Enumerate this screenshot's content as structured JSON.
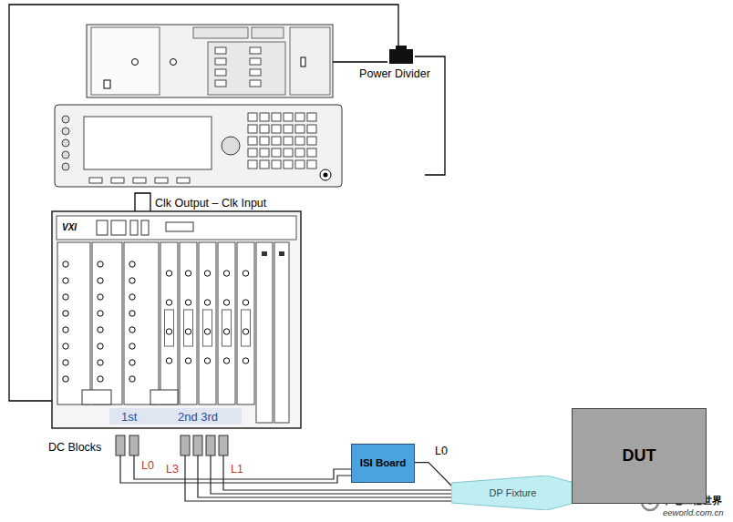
{
  "diagram": {
    "nodes": [
      {
        "text": [
          "Power Divider"
        ]
      },
      {
        "text": [
          "ISI Board"
        ]
      },
      {
        "text": [
          "DP Fixture"
        ]
      },
      {
        "text": [
          "DUT"
        ]
      }
    ],
    "edges": [
      {
        "from": 1,
        "to": 2,
        "arrow": "none",
        "label": "L0"
      }
    ],
    "labels": [
      "Clk Output – Clk Input",
      "VXI",
      "1st",
      "2nd 3rd",
      "DC Blocks",
      "L0",
      "L3",
      "L1",
      "中电工程世界",
      "eeworld.com.cn"
    ]
  }
}
